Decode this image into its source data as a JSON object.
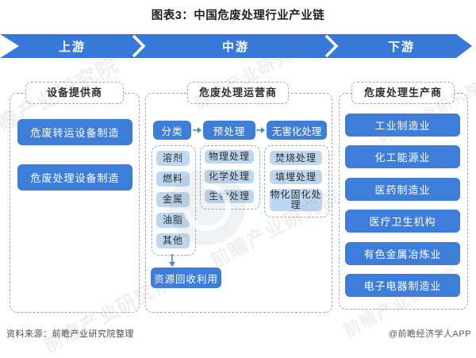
{
  "title": "图表3：中国危废处理行业产业链",
  "banner": {
    "segments": [
      "上游",
      "中游",
      "下游"
    ],
    "color": "#3679d8"
  },
  "columns": [
    {
      "header": "设备提供商",
      "items": [
        "危废转运设备制造",
        "危废处理设备制造"
      ]
    },
    {
      "header": "危废处理运营商",
      "flow": [
        "分类",
        "预处理",
        "无害化处理"
      ],
      "groups": [
        [
          "溶剂",
          "燃料",
          "金属",
          "油脂",
          "其他"
        ],
        [
          "物理处理",
          "化学处理",
          "生物处理"
        ],
        [
          "焚烧处理",
          "填埋处理",
          "物化固化处理"
        ]
      ],
      "recycle": "资源回收利用"
    },
    {
      "header": "危废处理生产商",
      "items": [
        "工业制造业",
        "化工能源业",
        "医药制造业",
        "医疗卫生机构",
        "有色金属冶炼业",
        "电子电器制造业"
      ]
    }
  ],
  "footer": {
    "source": "资料来源：前瞻产业研究院整理",
    "credit": "@前瞻经济学人APP"
  },
  "watermark": {
    "text": "前瞻产业研究院"
  },
  "colors": {
    "banner_blue": "#3679d8",
    "node_blue": "#3e7edb",
    "subnode_blue": "#bdd7f0",
    "dash_border": "#93a9cd"
  }
}
